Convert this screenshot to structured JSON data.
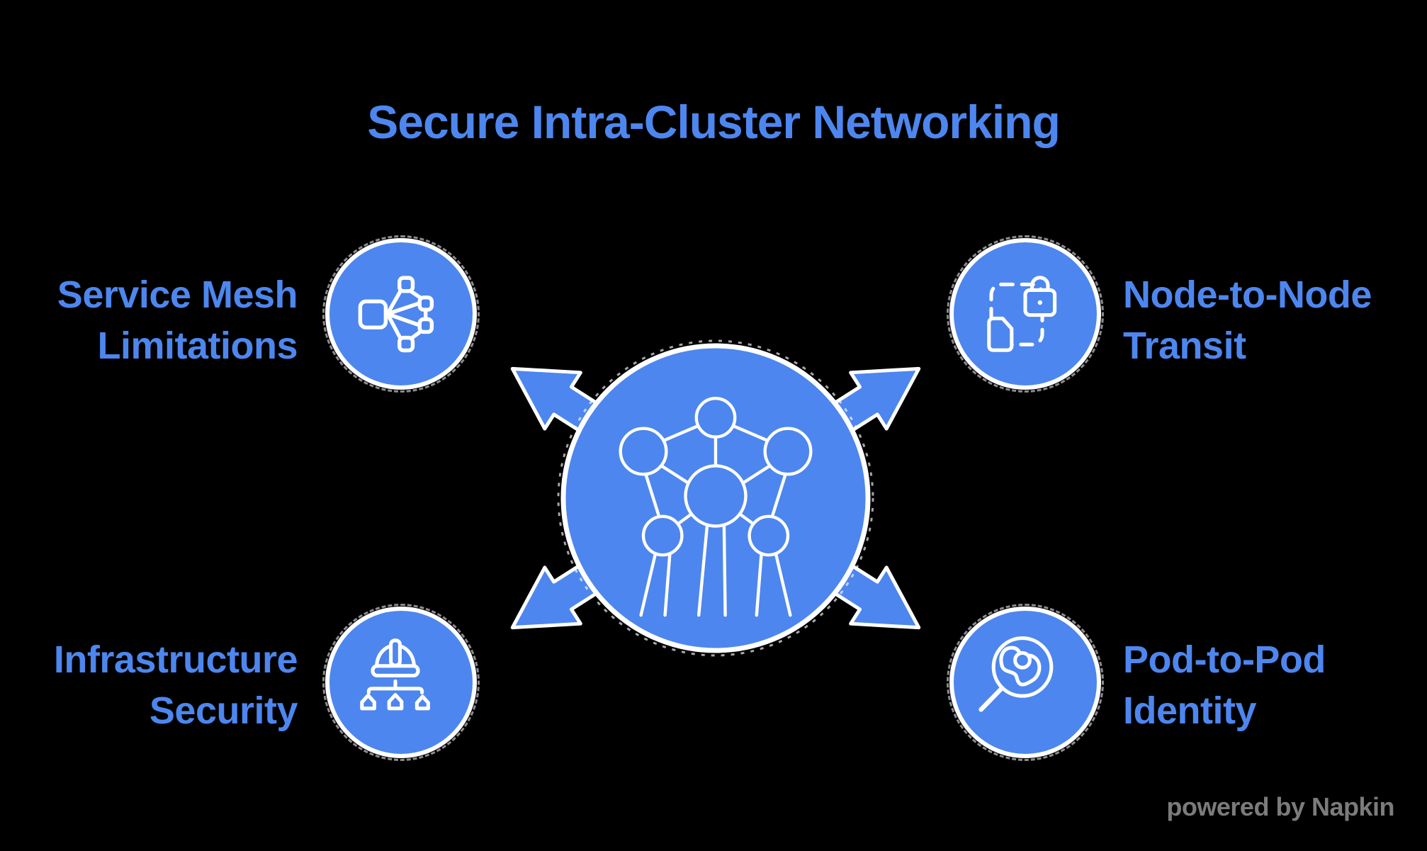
{
  "title": "Secure Intra-Cluster Networking",
  "hub": {
    "icon": "network-cluster-icon"
  },
  "nodes": [
    {
      "id": "service-mesh-limitations",
      "position": "top-left",
      "icon": "service-mesh-icon",
      "label_lines": [
        "Service Mesh",
        "Limitations"
      ]
    },
    {
      "id": "node-to-node-transit",
      "position": "top-right",
      "icon": "node-transit-lock-icon",
      "label_lines": [
        "Node-to-Node",
        "Transit"
      ]
    },
    {
      "id": "infrastructure-security",
      "position": "bottom-left",
      "icon": "hard-hat-network-icon",
      "label_lines": [
        "Infrastructure",
        "Security"
      ]
    },
    {
      "id": "pod-to-pod-identity",
      "position": "bottom-right",
      "icon": "identity-search-icon",
      "label_lines": [
        "Pod-to-Pod",
        "Identity"
      ]
    }
  ],
  "watermark": "powered by Napkin",
  "colors": {
    "accent": "#4D86EE",
    "icon_stroke": "#FFFFFF",
    "background": "#000000",
    "watermark_text": "#7B7B7B"
  }
}
